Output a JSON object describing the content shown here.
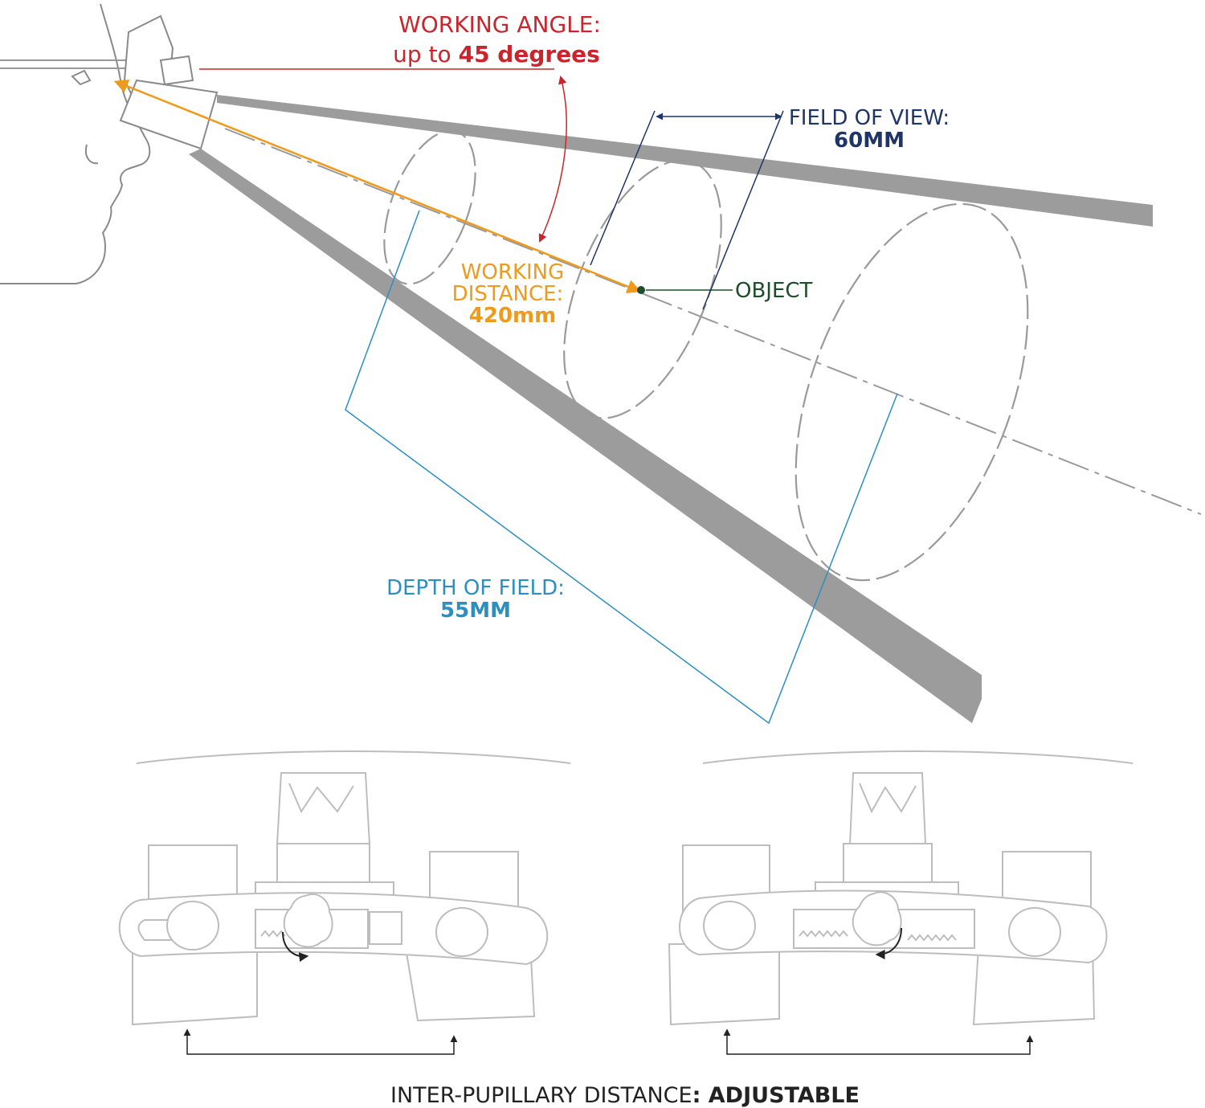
{
  "labels": {
    "working_angle_title": "WORKING ANGLE:",
    "working_angle_prefix": "up to ",
    "working_angle_value": "45 degrees",
    "field_of_view_title": "FIELD OF VIEW:",
    "field_of_view_value": "60MM",
    "working_distance_line1": "WORKING",
    "working_distance_line2": "DISTANCE:",
    "working_distance_value": "420mm",
    "object_label": "OBJECT",
    "depth_of_field_title": "DEPTH OF FIELD:",
    "depth_of_field_value": "55MM",
    "ipd_prefix": "INTER-PUPILLARY DISTANCE",
    "ipd_colon": ":",
    "ipd_value": " ADJUSTABLE"
  },
  "colors": {
    "working_angle": "#c8262c",
    "working_distance": "#ee9a1c",
    "field_of_view": "#1f3566",
    "object": "#1e4d2b",
    "depth_of_field": "#2b8fc0",
    "cone": "#9c9c9c",
    "outline": "#b0b0b0",
    "text": "#222222"
  }
}
